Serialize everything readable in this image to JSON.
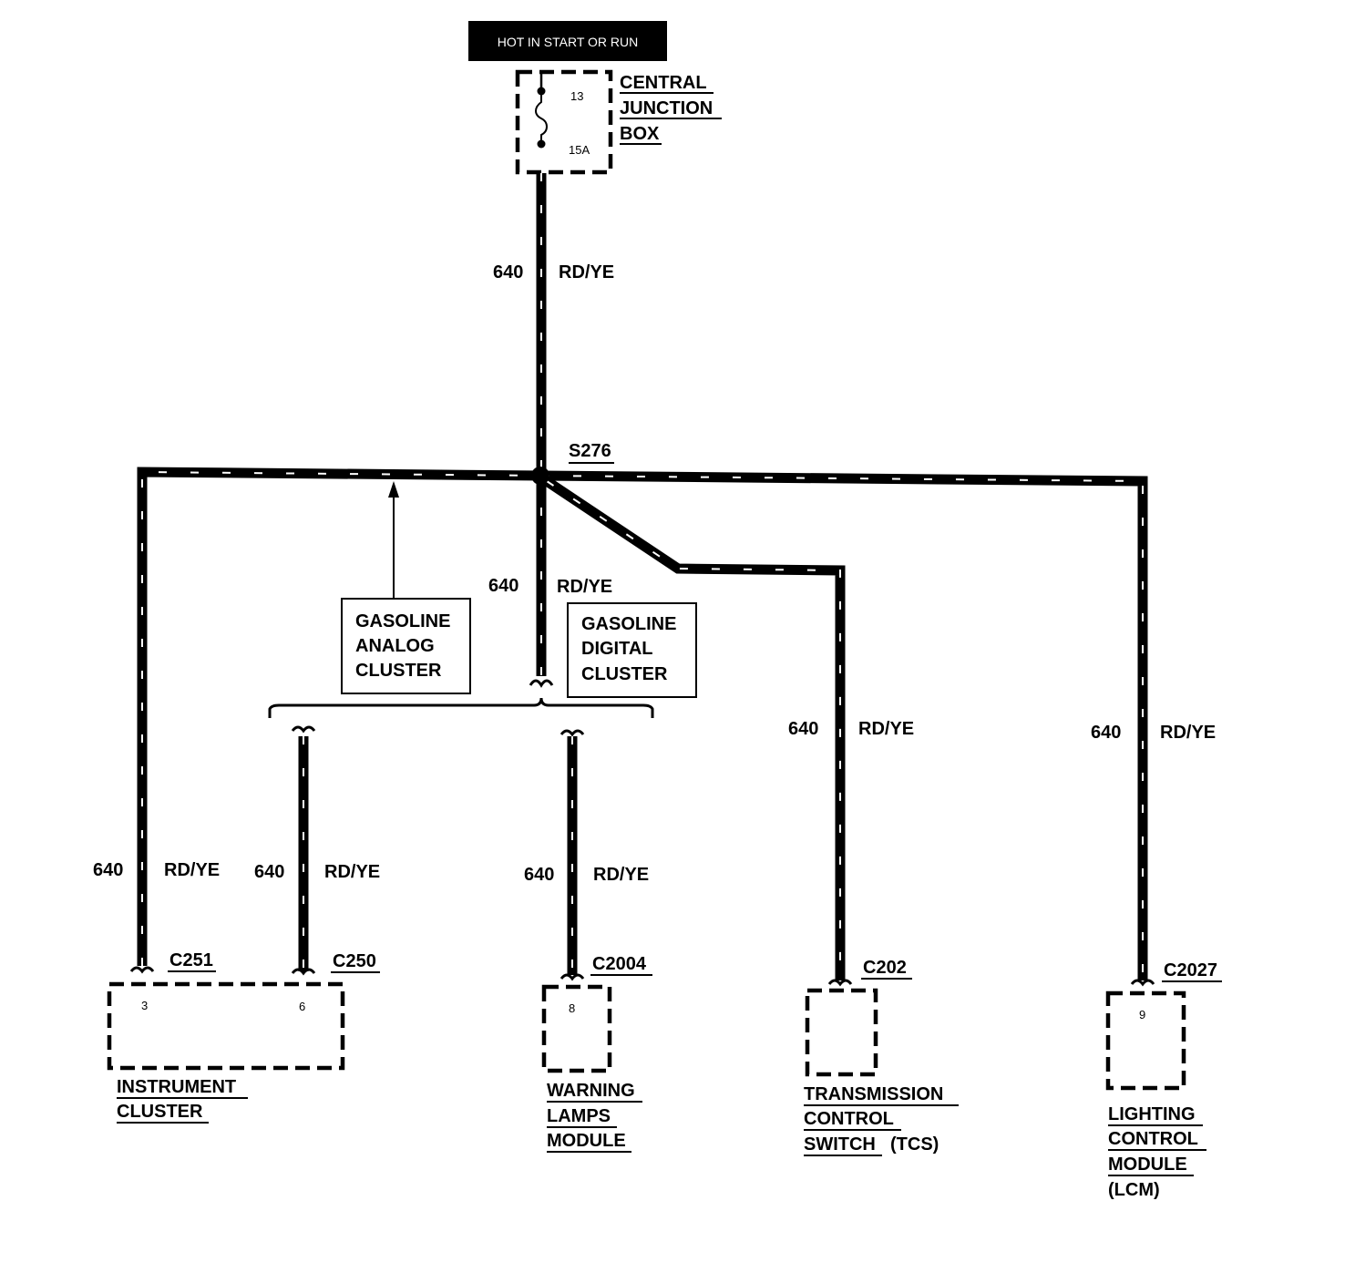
{
  "power_source": "HOT IN START OR RUN",
  "junction_box": {
    "lines": [
      "CENTRAL",
      "JUNCTION",
      "BOX"
    ],
    "fuse_number": "13",
    "fuse_rating": "15A"
  },
  "splice": "S276",
  "wire": {
    "circuit": "640",
    "color": "RD/YE"
  },
  "callouts": {
    "analog": [
      "GASOLINE",
      "ANALOG",
      "CLUSTER"
    ],
    "digital": [
      "GASOLINE",
      "DIGITAL",
      "CLUSTER"
    ]
  },
  "components": {
    "instrument_cluster": {
      "connectors": [
        "C251",
        "C250"
      ],
      "pins": [
        "3",
        "6"
      ],
      "name_lines": [
        "INSTRUMENT",
        "CLUSTER"
      ]
    },
    "warning_lamps": {
      "connector": "C2004",
      "pin": "8",
      "name_lines": [
        "WARNING",
        "LAMPS",
        "MODULE"
      ]
    },
    "tcs": {
      "connector": "C202",
      "name_lines": [
        "TRANSMISSION",
        "CONTROL",
        "SWITCH"
      ],
      "abbr": "(TCS)"
    },
    "lcm": {
      "connector": "C2027",
      "pin": "9",
      "name_lines": [
        "LIGHTING",
        "CONTROL",
        "MODULE"
      ],
      "abbr": "(LCM)"
    }
  }
}
